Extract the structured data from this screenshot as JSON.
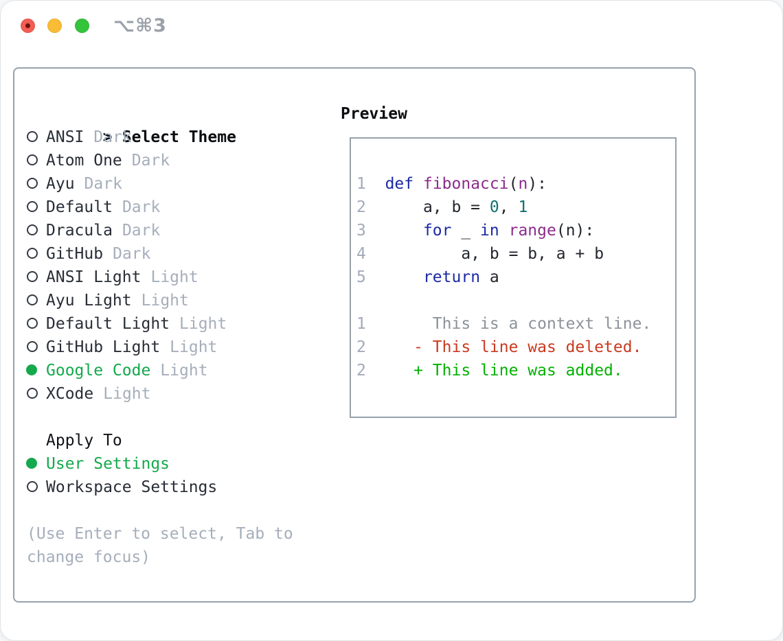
{
  "window": {
    "shortcut": "⌥⌘3"
  },
  "theme_list": {
    "cursor": ">",
    "header": "Select Theme",
    "items": [
      {
        "name": "ANSI",
        "variant": "Dark",
        "selected": false
      },
      {
        "name": "Atom One",
        "variant": "Dark",
        "selected": false
      },
      {
        "name": "Ayu",
        "variant": "Dark",
        "selected": false
      },
      {
        "name": "Default",
        "variant": "Dark",
        "selected": false
      },
      {
        "name": "Dracula",
        "variant": "Dark",
        "selected": false
      },
      {
        "name": "GitHub",
        "variant": "Dark",
        "selected": false
      },
      {
        "name": "ANSI Light",
        "variant": "Light",
        "selected": false
      },
      {
        "name": "Ayu Light",
        "variant": "Light",
        "selected": false
      },
      {
        "name": "Default Light",
        "variant": "Light",
        "selected": false
      },
      {
        "name": "GitHub Light",
        "variant": "Light",
        "selected": false
      },
      {
        "name": "Google Code",
        "variant": "Light",
        "selected": true
      },
      {
        "name": "XCode",
        "variant": "Light",
        "selected": false
      }
    ]
  },
  "apply_to": {
    "header": "Apply To",
    "items": [
      {
        "name": "User Settings",
        "selected": true
      },
      {
        "name": "Workspace Settings",
        "selected": false
      }
    ]
  },
  "help": {
    "line1": "(Use Enter to select, Tab to",
    "line2": "change focus)"
  },
  "preview": {
    "title": "Preview",
    "lines": [
      {
        "num": "1",
        "segs": [
          {
            "t": "  "
          },
          {
            "t": "def",
            "c": "kw"
          },
          {
            "t": " "
          },
          {
            "t": "fibonacci",
            "c": "fn"
          },
          {
            "t": "("
          },
          {
            "t": "n",
            "c": "fn"
          },
          {
            "t": "):"
          }
        ]
      },
      {
        "num": "2",
        "segs": [
          {
            "t": "      a, b = "
          },
          {
            "t": "0",
            "c": "lit"
          },
          {
            "t": ", "
          },
          {
            "t": "1",
            "c": "lit"
          }
        ]
      },
      {
        "num": "3",
        "segs": [
          {
            "t": "      "
          },
          {
            "t": "for",
            "c": "kw"
          },
          {
            "t": " _ "
          },
          {
            "t": "in",
            "c": "kw"
          },
          {
            "t": " "
          },
          {
            "t": "range",
            "c": "fn"
          },
          {
            "t": "(n):"
          }
        ]
      },
      {
        "num": "4",
        "segs": [
          {
            "t": "          a, b = b, a + b"
          }
        ]
      },
      {
        "num": "5",
        "segs": [
          {
            "t": "      "
          },
          {
            "t": "return",
            "c": "kw"
          },
          {
            "t": " a"
          }
        ]
      },
      {
        "num": "",
        "segs": []
      },
      {
        "num": "1",
        "segs": [
          {
            "t": "       This is a context line.",
            "c": "ctx"
          }
        ]
      },
      {
        "num": "2",
        "segs": [
          {
            "t": "     - This line was deleted.",
            "c": "del"
          }
        ]
      },
      {
        "num": "2",
        "segs": [
          {
            "t": "     + This line was added.",
            "c": "add"
          }
        ]
      }
    ]
  },
  "colors": {
    "accent_green": "#14a94c",
    "diff_add": "#02b102",
    "diff_del": "#c93a20",
    "kw": "#1b2aa4",
    "fn": "#8b2c8b",
    "lit": "#0e6f6f",
    "muted": "#a5aebb",
    "context": "#8d9299",
    "text": "#282d36",
    "border": "#97a1ac",
    "line_num": "#a2aab8",
    "traffic_red": "#f25d54",
    "traffic_yellow": "#f9bd35",
    "traffic_green": "#34c43c",
    "shortcut": "#9aa1a9"
  }
}
